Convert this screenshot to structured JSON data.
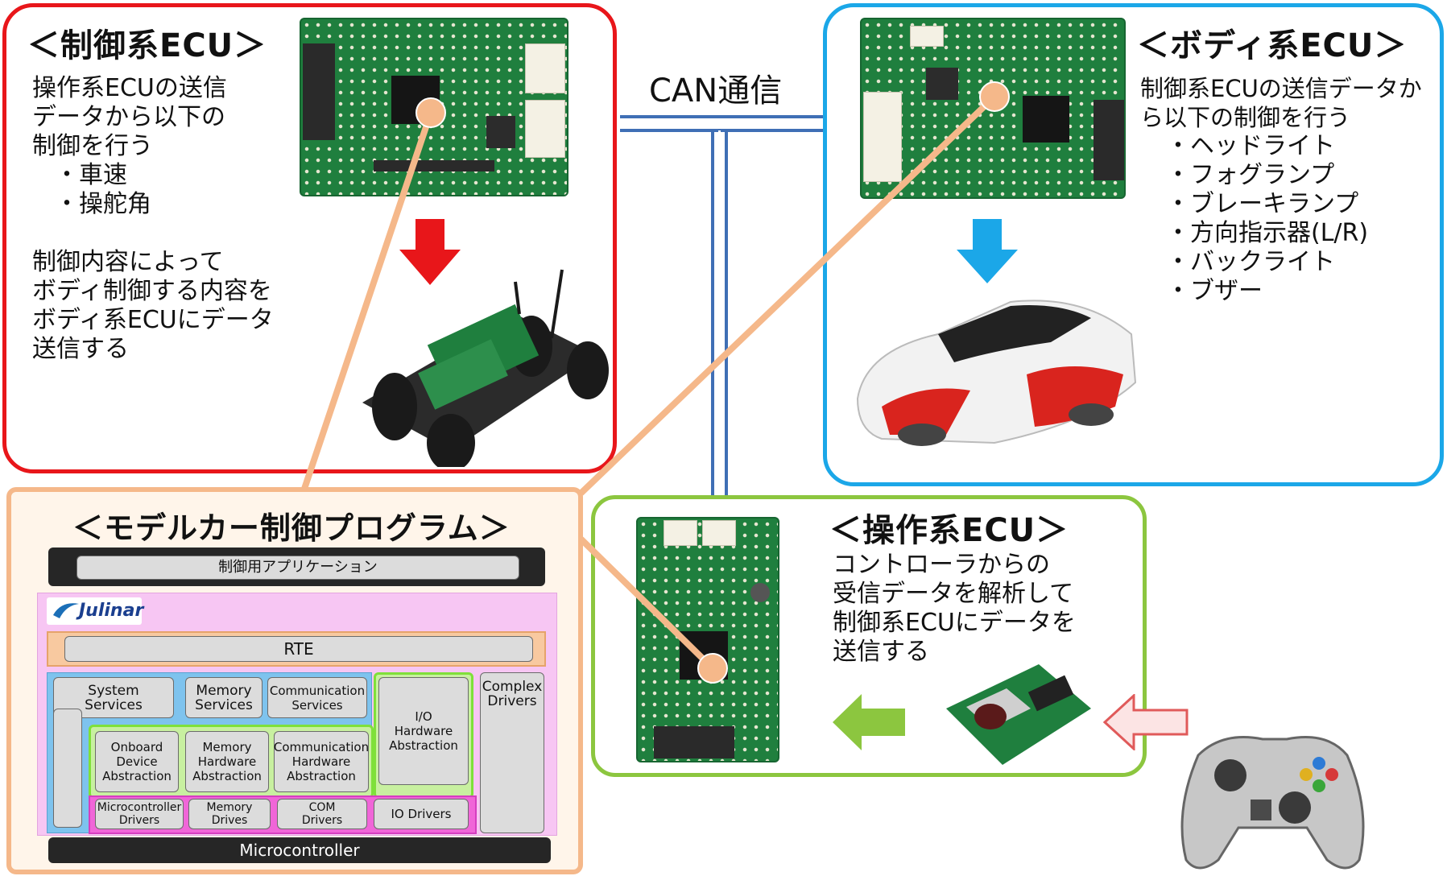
{
  "connection_label": "CAN通信",
  "control_ecu": {
    "title": "＜制御系ECU＞",
    "desc": "操作系ECUの送信\nデータから以下の\n制御を行う",
    "items": [
      "車速",
      "操舵角"
    ],
    "desc2": "制御内容によって\nボディ制御する内容を\nボディ系ECUにデータ\n送信する",
    "border_color": "#e8161a",
    "arrow_color": "#e8161a"
  },
  "body_ecu": {
    "title": "＜ボディ系ECU＞",
    "desc": "制御系ECUの送信データか\nら以下の制御を行う",
    "items": [
      "ヘッドライト",
      "フォグランプ",
      "ブレーキランプ",
      "方向指示器(L/R)",
      "バックライト",
      "ブザー"
    ],
    "border_color": "#1ba7e8",
    "arrow_color": "#1ba7e8"
  },
  "operation_ecu": {
    "title": "＜操作系ECU＞",
    "desc": "コントローラからの\n受信データを解析して\n制御系ECUにデータを\n送信する",
    "border_color": "#8cc63f",
    "arrow_color": "#8cc63f"
  },
  "program": {
    "title": "＜モデルカー制御プログラム＞",
    "border_color": "#f5b88a",
    "app_label": "制御用アプリケーション",
    "logo_text": "Julinar",
    "rte": "RTE",
    "system_services": "System\nServices",
    "memory_services": "Memory\nServices",
    "communication_services": "Communication\nServices",
    "io_hw_abstraction": "I/O\nHardware\nAbstraction",
    "complex_drivers": "Complex\nDrivers",
    "onboard_device_abstraction": "Onboard\nDevice\nAbstraction",
    "memory_hw_abstraction": "Memory\nHardware\nAbstraction",
    "communication_hw_abstraction": "Communication\nHardware\nAbstraction",
    "microcontroller_drivers": "Microcontroller\nDrivers",
    "memory_drives": "Memory\nDrives",
    "com_drivers": "COM\nDrivers",
    "io_drivers": "IO Drivers",
    "microcontroller": "Microcontroller"
  },
  "colors": {
    "can_line": "#3f6fb5",
    "link_line": "#f5b88a",
    "controller_arrow": "#f4a3a3"
  },
  "icons": {
    "control_board": "ecu-board-photo",
    "rc_chassis": "rc-chassis-photo",
    "body_board": "ecu-board-photo",
    "car_body": "rally-car-body-photo",
    "operation_board": "ecu-board-photo",
    "usb_module": "usb-receiver-board-photo",
    "gamepad": "gamepad-photo"
  }
}
